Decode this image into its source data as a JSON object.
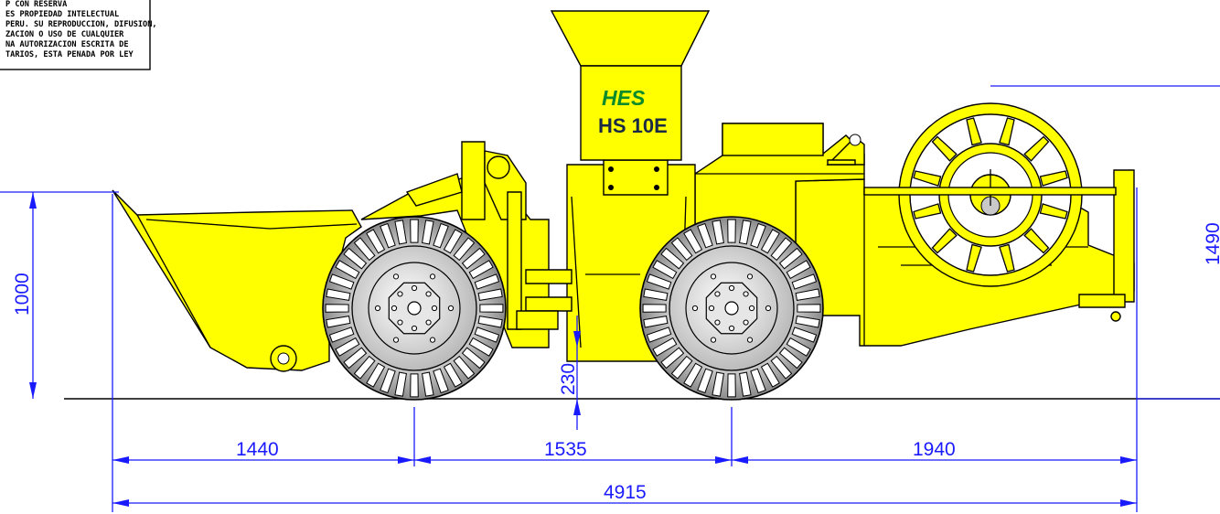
{
  "notice": {
    "lines": [
      "P CON RESERVA",
      "ES PROPIEDAD INTELECTUAL",
      "PERU. SU REPRODUCCION, DIFUSION,",
      "ZACION O USO DE CUALQUIER",
      "NA AUTORIZACION ESCRITA DE",
      "TARIOS, ESTA PENADA POR LEY"
    ]
  },
  "machine": {
    "brand": "HES",
    "model": "HS 10E"
  },
  "dimensions": {
    "front_axle_offset": "1440",
    "wheelbase": "1535",
    "rear_overhang": "1940",
    "overall_length": "4915",
    "bucket_height": "1000",
    "ground_clearance": "230",
    "overall_height": "1490"
  },
  "colors": {
    "body": "#ffff00",
    "dimension_lines": "#1a1aff",
    "outline": "#000000",
    "brand": "#0a8a2a"
  }
}
